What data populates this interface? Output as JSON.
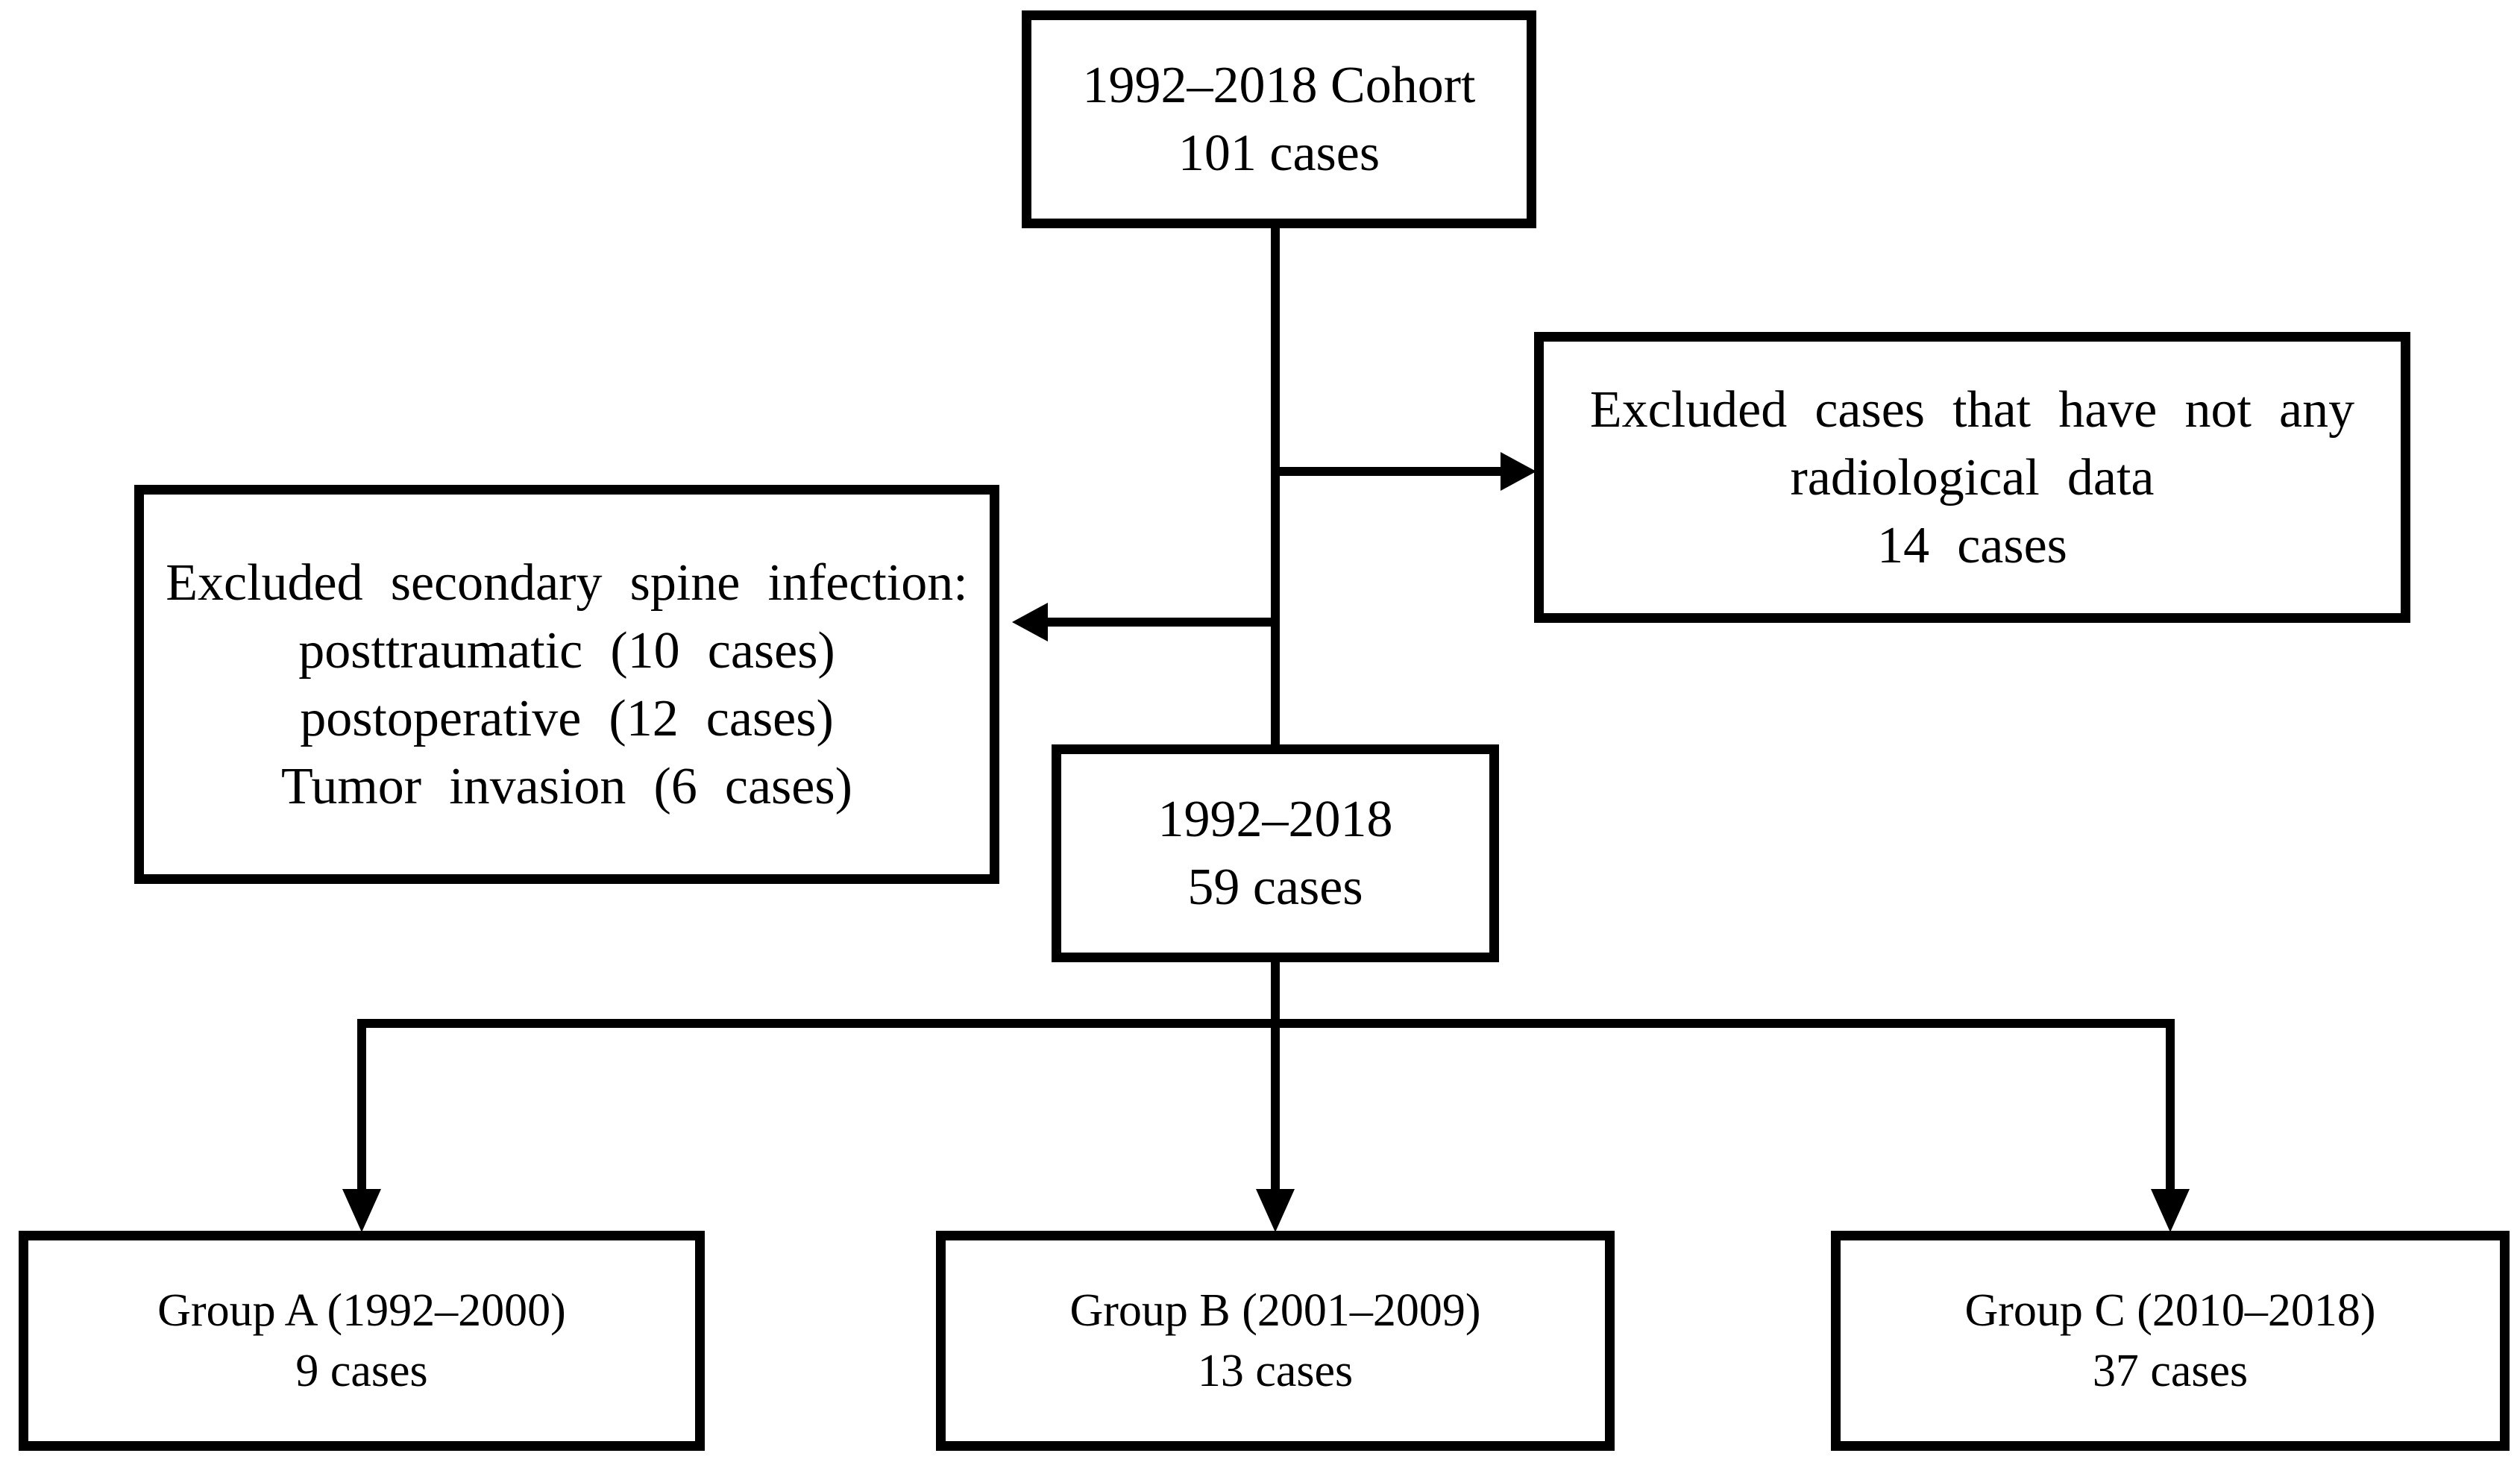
{
  "diagram": {
    "type": "patient-flow-chart",
    "colors": {
      "background": "#ffffff",
      "box_border": "#000000",
      "text": "#000000",
      "connector": "#000000"
    },
    "boxes": {
      "cohort": {
        "lines": [
          "1992–2018 Cohort",
          "101 cases"
        ]
      },
      "excluded_radiology": {
        "lines": [
          "Excluded cases that have not any",
          "radiological data",
          "14 cases"
        ]
      },
      "excluded_secondary": {
        "lines": [
          "Excluded secondary spine infection:",
          "posttraumatic (10 cases)",
          "postoperative (12 cases)",
          "Tumor invasion (6 cases)"
        ]
      },
      "final_cohort": {
        "lines": [
          "1992–2018",
          "59 cases"
        ]
      },
      "group_a": {
        "lines": [
          "Group A (1992–2000)",
          "9 cases"
        ]
      },
      "group_b": {
        "lines": [
          "Group B (2001–2009)",
          "13 cases"
        ]
      },
      "group_c": {
        "lines": [
          "Group C (2010–2018)",
          "37 cases"
        ]
      }
    },
    "edges": [
      {
        "from": "cohort",
        "to": "excluded_radiology",
        "direction": "right"
      },
      {
        "from": "cohort",
        "to": "excluded_secondary",
        "direction": "left"
      },
      {
        "from": "cohort",
        "to": "final_cohort",
        "direction": "down"
      },
      {
        "from": "final_cohort",
        "to": "group_a",
        "direction": "down"
      },
      {
        "from": "final_cohort",
        "to": "group_b",
        "direction": "down"
      },
      {
        "from": "final_cohort",
        "to": "group_c",
        "direction": "down"
      }
    ]
  }
}
